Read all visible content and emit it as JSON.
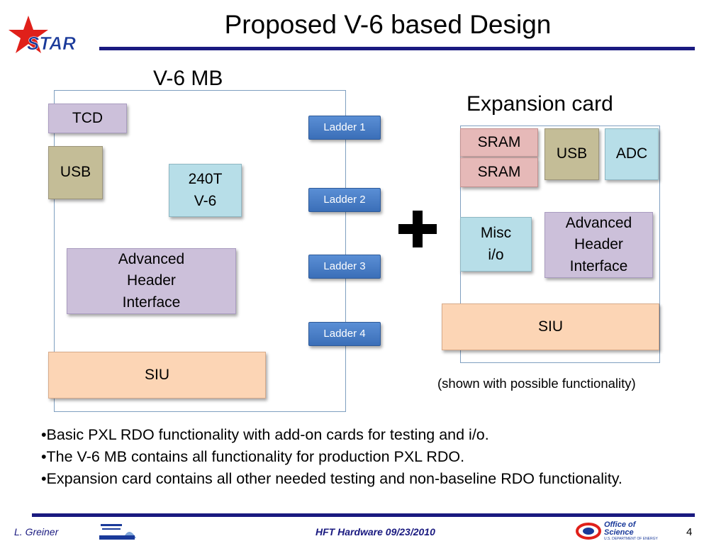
{
  "slide": {
    "title": "Proposed V-6 based Design",
    "logo_text": "STAR"
  },
  "mb": {
    "label": "V-6 MB",
    "tcd": "TCD",
    "usb": "USB",
    "fpga_line1": "240T",
    "fpga_line2": "V-6",
    "ahi_line1": "Advanced",
    "ahi_line2": "Header",
    "ahi_line3": "Interface",
    "siu": "SIU",
    "ladders": [
      "Ladder 1",
      "Ladder 2",
      "Ladder 3",
      "Ladder 4"
    ]
  },
  "expansion": {
    "label": "Expansion card",
    "sram1": "SRAM",
    "sram2": "SRAM",
    "usb": "USB",
    "adc": "ADC",
    "misc_line1": "Misc",
    "misc_line2": "i/o",
    "ahi_line1": "Advanced",
    "ahi_line2": "Header",
    "ahi_line3": "Interface",
    "siu": "SIU",
    "note": "(shown with possible functionality)"
  },
  "bullets": [
    "•Basic PXL RDO functionality with add-on cards for testing and i/o.",
    "•The V-6 MB contains all functionality for production PXL RDO.",
    "•Expansion card contains all other needed testing and non-baseline RDO functionality."
  ],
  "footer": {
    "author": "L. Greiner",
    "center": "HFT Hardware 09/23/2010",
    "page": "4",
    "doe_line1": "Office of",
    "doe_line2": "Science",
    "doe_line3": "U.S. DEPARTMENT OF ENERGY"
  },
  "colors": {
    "rule": "#1a1a80",
    "star_red": "#e0201a",
    "star_blue": "#1a3a9a",
    "ladder_blue": "#3b6fb8"
  }
}
